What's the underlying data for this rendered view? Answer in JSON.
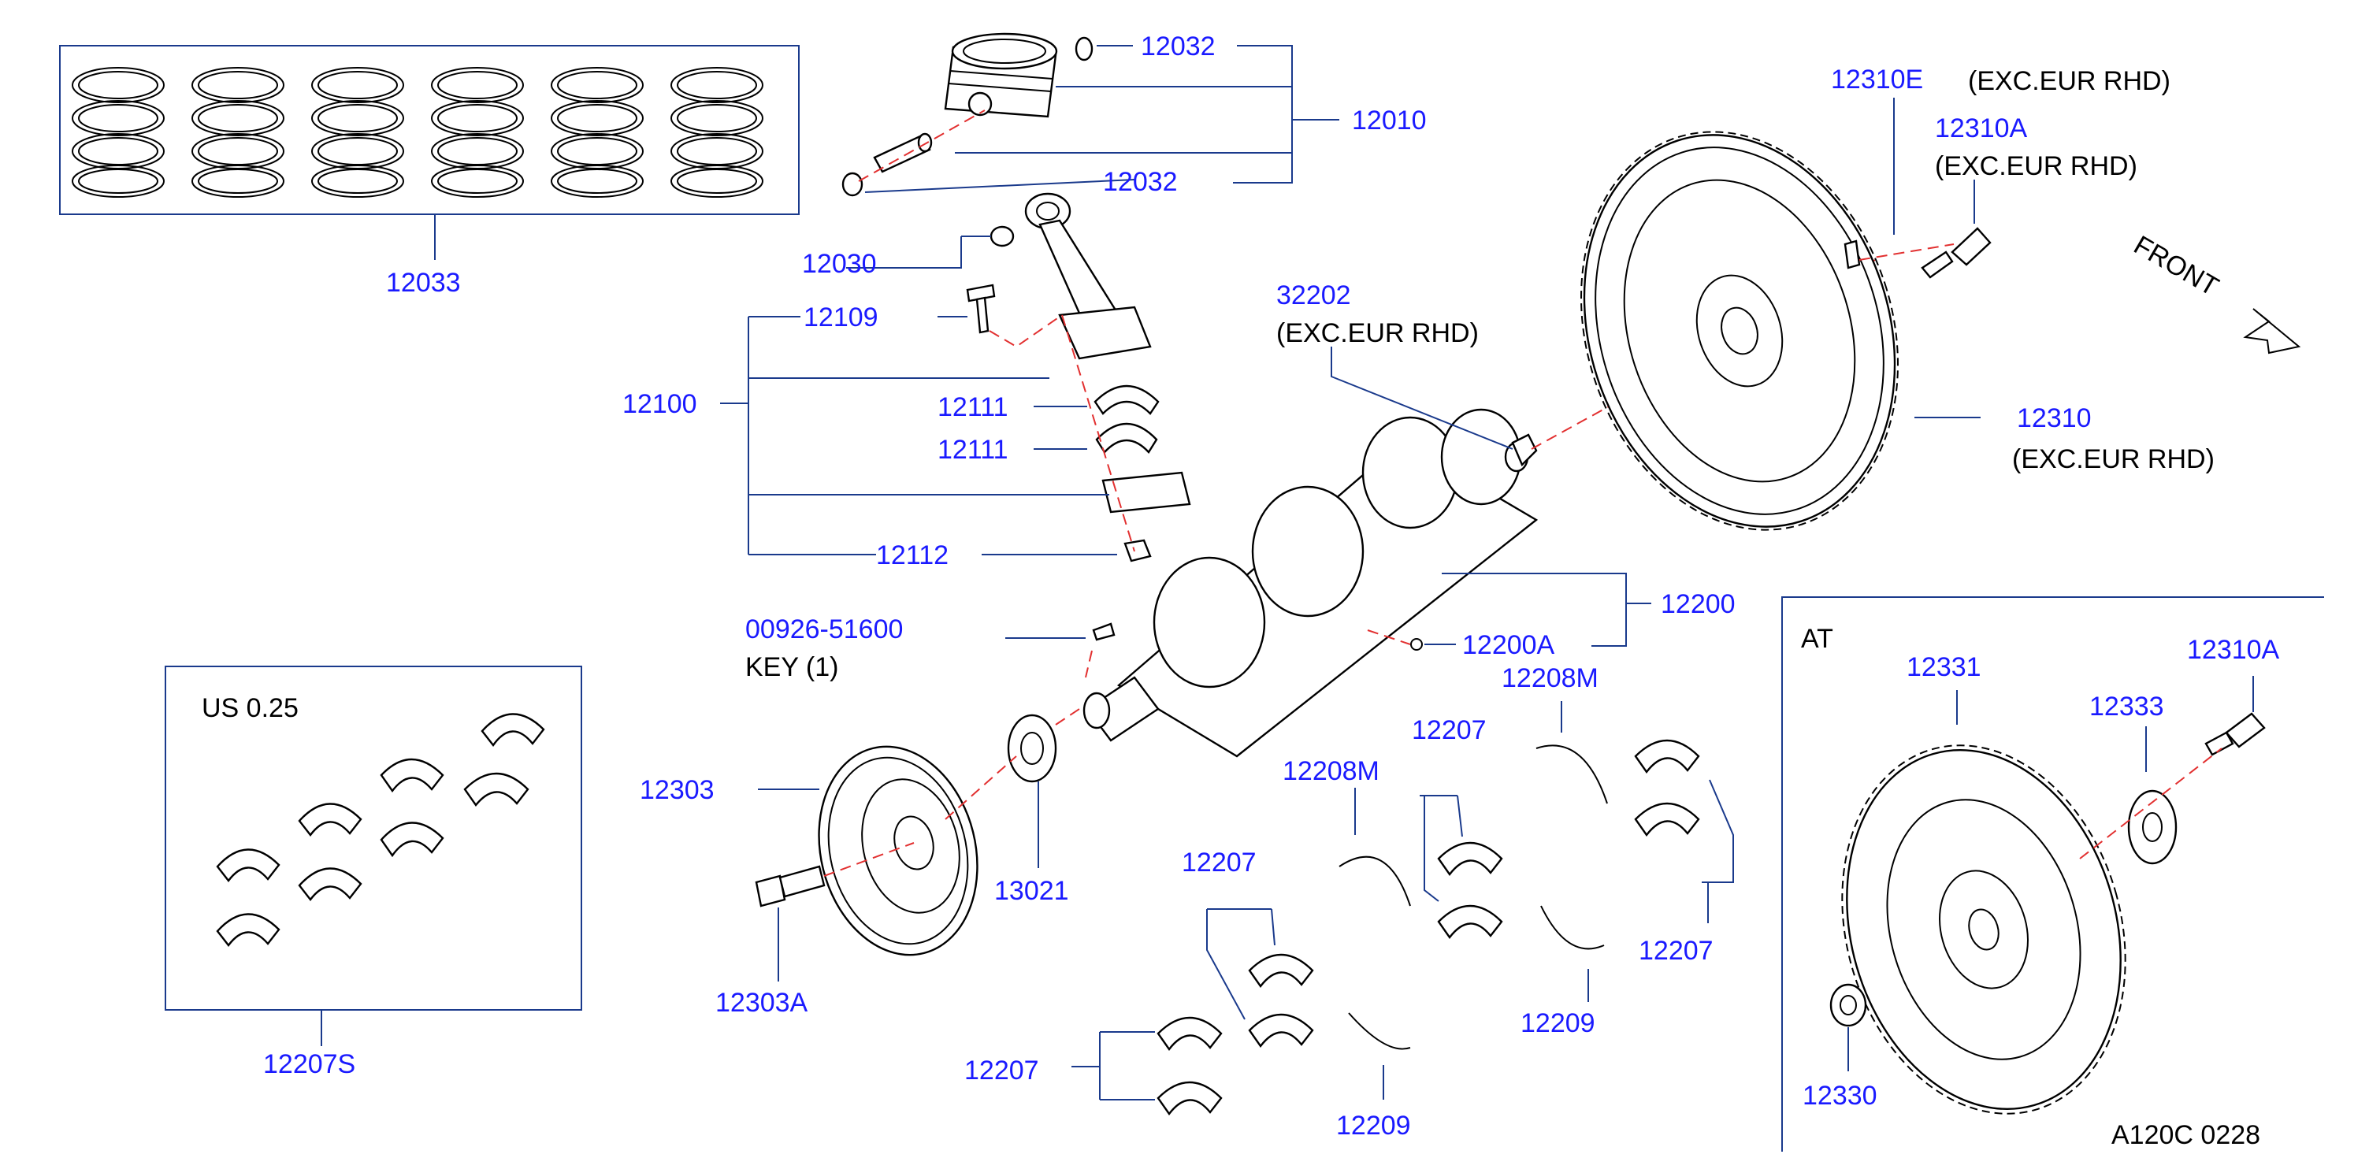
{
  "colors": {
    "label": "#1a1aff",
    "note": "#000000",
    "leader": "#1a3a8c",
    "centerline": "#e23030"
  },
  "labels": {
    "p12032a": "12032",
    "p12010": "12010",
    "p12032b": "12032",
    "p12033": "12033",
    "p12030": "12030",
    "p12109": "12109",
    "p12100": "12100",
    "p12111a": "12111",
    "p12111b": "12111",
    "p12112": "12112",
    "p32202": "32202",
    "p12310E": "12310E",
    "p12310A": "12310A",
    "p12310": "12310",
    "p12200": "12200",
    "p12200A": "12200A",
    "p00926": "00926-51600",
    "p12303": "12303",
    "p13021": "13021",
    "p12303A": "12303A",
    "p12207S": "12207S",
    "p12208Ma": "12208M",
    "p12208Mb": "12208M",
    "p12207a": "12207",
    "p12207b": "12207",
    "p12207c": "12207",
    "p12207d": "12207",
    "p12209a": "12209",
    "p12209b": "12209",
    "p12331": "12331",
    "p12333": "12333",
    "p12310A_at": "12310A",
    "p12330": "12330"
  },
  "notes": {
    "exc_12310E": "(EXC.EUR   RHD)",
    "exc_12310A": "(EXC.EUR   RHD)",
    "exc_32202": "(EXC.EUR   RHD)",
    "exc_12310": "(EXC.EUR   RHD)",
    "key": "KEY   (1)",
    "us": "US   0.25",
    "front": "FRONT",
    "at": "AT",
    "code": "A120C   0228"
  }
}
